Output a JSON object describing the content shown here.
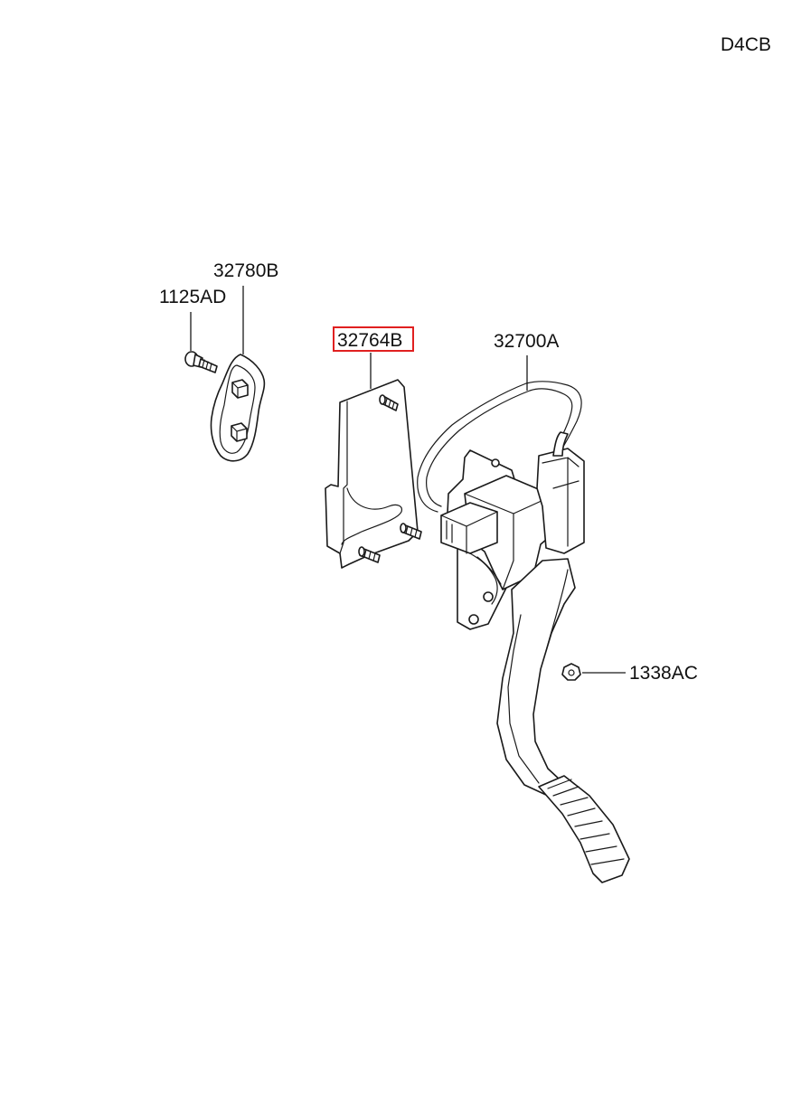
{
  "diagram": {
    "code": "D4CB",
    "parts": {
      "gasket_label": "32780B",
      "bolt_label": "1125AD",
      "bracket_label": "32764B",
      "pedal_label": "32700A",
      "nut_label": "1338AC"
    },
    "highlighted_part": "32764B",
    "highlight_color": "#e02020"
  }
}
